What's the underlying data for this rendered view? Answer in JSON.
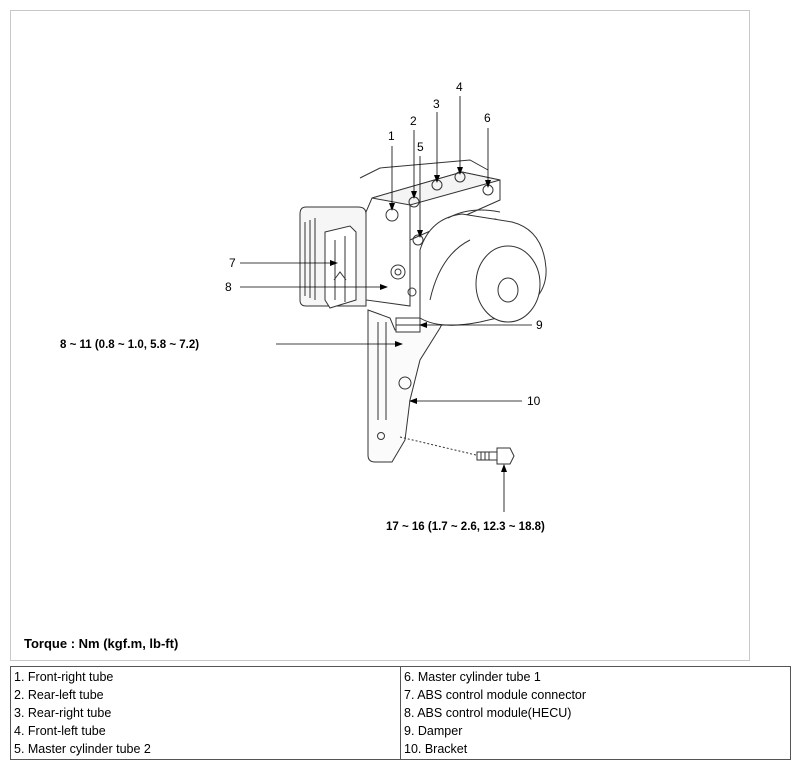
{
  "callouts": {
    "c1": "1",
    "c2": "2",
    "c3": "3",
    "c4": "4",
    "c5": "5",
    "c6": "6",
    "c7": "7",
    "c8": "8",
    "c9": "9",
    "c10": "10"
  },
  "torque_specs": {
    "bracket_bolts": "8 ~ 11 (0.8 ~ 1.0, 5.8 ~ 7.2)",
    "mount_bolt": "17 ~ 16 (1.7 ~ 2.6, 12.3 ~ 18.8)"
  },
  "torque_note": "Torque : Nm (kgf.m, lb-ft)",
  "legend": {
    "left": [
      "1. Front-right tube",
      "2. Rear-left tube",
      "3. Rear-right tube",
      "4. Front-left tube",
      "5. Master cylinder tube 2"
    ],
    "right": [
      "6. Master cylinder tube 1",
      "7. ABS control module connector",
      "8. ABS control module(HECU)",
      "9. Damper",
      "10. Bracket"
    ]
  }
}
